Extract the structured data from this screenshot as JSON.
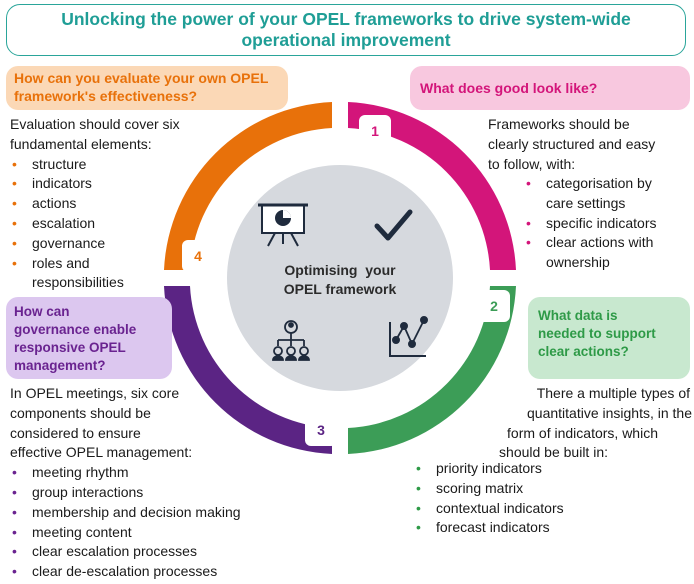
{
  "title": {
    "line1": "Unlocking the power of your OPEL frameworks to drive system-wide",
    "line2": "operational improvement"
  },
  "center": {
    "line1": "Optimising  your",
    "line2": "OPEL framework"
  },
  "segments": [
    {
      "number": "1",
      "color": "#d3157a"
    },
    {
      "number": "2",
      "color": "#3c9d57"
    },
    {
      "number": "3",
      "color": "#5b2484"
    },
    {
      "number": "4",
      "color": "#e8710a"
    }
  ],
  "colors": {
    "orange": "#e8710a",
    "pink": "#d3157a",
    "purple": "#6a2390",
    "green": "#2e9a47",
    "teal": "#1f9e96",
    "center": "#d6d9de"
  },
  "icons": [
    "presentation-chart-icon",
    "checkmark-icon",
    "org-chart-icon",
    "line-chart-icon"
  ],
  "evaluate": {
    "question_line1": "How can you evaluate your own OPEL",
    "question_line2": "framework's effectiveness?",
    "intro_line1": "Evaluation should cover six",
    "intro_line2": "fundamental elements:",
    "items": [
      "structure",
      "indicators",
      "actions",
      "escalation",
      "governance",
      "roles and",
      "responsibilities"
    ]
  },
  "good": {
    "question": "What does good look like?",
    "intro_line1": "Frameworks should be",
    "intro_line2": "clearly structured and easy",
    "intro_line3": "to follow, with:",
    "items": [
      {
        "l1": "categorisation by",
        "l2": "care settings"
      },
      {
        "l1": "specific indicators",
        "l2": ""
      },
      {
        "l1": "clear actions with",
        "l2": "ownership"
      }
    ]
  },
  "governance": {
    "question_line1": "How can",
    "question_line2": "governance enable",
    "question_line3": "responsive OPEL",
    "question_line4": "management?",
    "intro_line1": "In OPEL meetings, six core",
    "intro_line2": "components should be",
    "intro_line3": "considered to ensure",
    "intro_line4": "effective OPEL management:",
    "items": [
      "meeting rhythm",
      "group interactions",
      "membership and decision making",
      "meeting content",
      "clear escalation processes",
      "clear de-escalation processes"
    ]
  },
  "data_needed": {
    "question_line1": "What data is",
    "question_line2": "needed to support",
    "question_line3": "clear actions?",
    "intro_line1": "There a multiple types of",
    "intro_line2": "quantitative insights, in the",
    "intro_line3": "form of indicators, which",
    "intro_line4": "should be built in:",
    "items": [
      "priority indicators",
      "scoring matrix",
      "contextual indicators",
      "forecast indicators"
    ]
  }
}
